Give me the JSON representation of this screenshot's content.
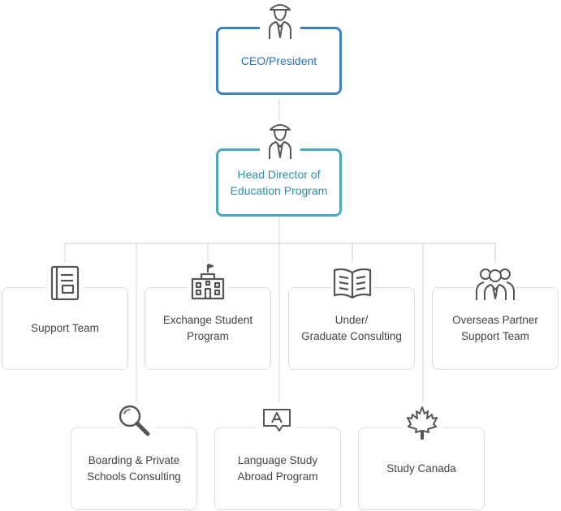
{
  "ceo": {
    "label": "CEO/President",
    "icon": "person-icon"
  },
  "head_director": {
    "label": "Head Director of\nEducation Program",
    "icon": "person-icon"
  },
  "departments": [
    {
      "label": "Support Team",
      "icon": "document-icon"
    },
    {
      "label": "Exchange Student\nProgram",
      "icon": "school-building-icon"
    },
    {
      "label": "Under/\nGraduate Consulting",
      "icon": "open-book-icon"
    },
    {
      "label": "Overseas Partner\nSupport Team",
      "icon": "team-icon"
    },
    {
      "label": "Boarding & Private\nSchools Consulting",
      "icon": "magnifier-icon"
    },
    {
      "label": "Language Study\nAbroad Program",
      "icon": "speech-bubble-a-icon"
    },
    {
      "label": "Study Canada",
      "icon": "maple-leaf-icon"
    }
  ],
  "colors": {
    "ceo_border": "#3f82c0",
    "head_border": "#46a9bd",
    "line": "#cfcfcf",
    "icon": "#555555"
  }
}
